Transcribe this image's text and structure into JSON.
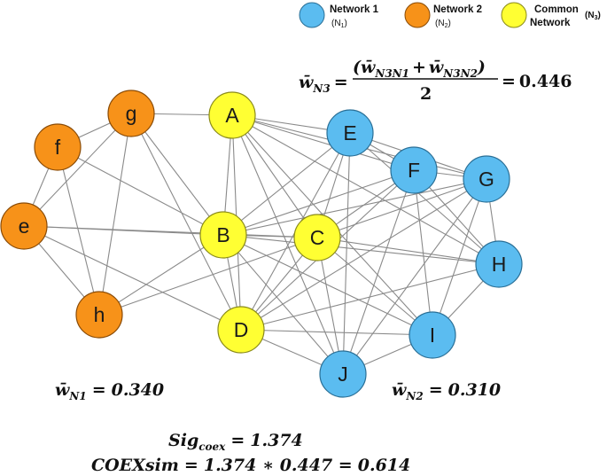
{
  "legend": [
    {
      "label": "Network 1",
      "sub": "(N",
      "sub_index": "1",
      "sub_close": ")",
      "color": "#5bbcf0"
    },
    {
      "label": "Network 2",
      "sub": "(N",
      "sub_index": "2",
      "sub_close": ")",
      "color": "#f79219"
    },
    {
      "label": "Common",
      "label2": "Network",
      "sub": "(N",
      "sub_index": "3",
      "sub_close": ")",
      "color": "#ffff33"
    }
  ],
  "nodes": [
    {
      "id": "A",
      "group": "common"
    },
    {
      "id": "B",
      "group": "common"
    },
    {
      "id": "C",
      "group": "common"
    },
    {
      "id": "D",
      "group": "common"
    },
    {
      "id": "E",
      "group": "n1"
    },
    {
      "id": "F",
      "group": "n1"
    },
    {
      "id": "G",
      "group": "n1"
    },
    {
      "id": "H",
      "group": "n1"
    },
    {
      "id": "I",
      "group": "n1"
    },
    {
      "id": "J",
      "group": "n1"
    },
    {
      "id": "e",
      "group": "n2"
    },
    {
      "id": "f",
      "group": "n2"
    },
    {
      "id": "g",
      "group": "n2"
    },
    {
      "id": "h",
      "group": "n2"
    }
  ],
  "edges": [
    [
      "g",
      "f"
    ],
    [
      "f",
      "e"
    ],
    [
      "e",
      "h"
    ],
    [
      "g",
      "h"
    ],
    [
      "f",
      "h"
    ],
    [
      "g",
      "e"
    ],
    [
      "g",
      "A"
    ],
    [
      "g",
      "B"
    ],
    [
      "g",
      "D"
    ],
    [
      "f",
      "B"
    ],
    [
      "e",
      "B"
    ],
    [
      "e",
      "C"
    ],
    [
      "e",
      "D"
    ],
    [
      "h",
      "C"
    ],
    [
      "h",
      "B"
    ],
    [
      "A",
      "B"
    ],
    [
      "A",
      "D"
    ],
    [
      "A",
      "E"
    ],
    [
      "A",
      "F"
    ],
    [
      "A",
      "G"
    ],
    [
      "A",
      "C"
    ],
    [
      "A",
      "J"
    ],
    [
      "A",
      "H"
    ],
    [
      "A",
      "I"
    ],
    [
      "B",
      "C"
    ],
    [
      "B",
      "D"
    ],
    [
      "B",
      "E"
    ],
    [
      "B",
      "F"
    ],
    [
      "B",
      "G"
    ],
    [
      "B",
      "H"
    ],
    [
      "B",
      "I"
    ],
    [
      "B",
      "J"
    ],
    [
      "C",
      "D"
    ],
    [
      "C",
      "E"
    ],
    [
      "C",
      "F"
    ],
    [
      "C",
      "G"
    ],
    [
      "C",
      "H"
    ],
    [
      "C",
      "I"
    ],
    [
      "C",
      "J"
    ],
    [
      "D",
      "E"
    ],
    [
      "D",
      "F"
    ],
    [
      "D",
      "G"
    ],
    [
      "D",
      "H"
    ],
    [
      "D",
      "I"
    ],
    [
      "D",
      "J"
    ],
    [
      "E",
      "F"
    ],
    [
      "E",
      "G"
    ],
    [
      "E",
      "H"
    ],
    [
      "F",
      "G"
    ],
    [
      "F",
      "H"
    ],
    [
      "F",
      "I"
    ],
    [
      "G",
      "H"
    ],
    [
      "G",
      "I"
    ],
    [
      "G",
      "J"
    ],
    [
      "H",
      "I"
    ],
    [
      "I",
      "J"
    ],
    [
      "F",
      "J"
    ],
    [
      "E",
      "J"
    ]
  ],
  "formulas": {
    "wN3": {
      "lhs": "w̄",
      "lhs_sub": "N3",
      "eq": "=",
      "num_open": "(",
      "num_a": "w̄",
      "num_a_sub": "N3N1",
      "plus": "+",
      "num_b": "w̄",
      "num_b_sub": "N3N2",
      "num_close": ")",
      "den": "2",
      "eq2": "=",
      "value": "0.446"
    },
    "wN1": {
      "lhs": "w̄",
      "lhs_sub": "N1",
      "eq": "=",
      "value": "0.340"
    },
    "wN2": {
      "lhs": "w̄",
      "lhs_sub": "N2",
      "eq": "=",
      "value": "0.310"
    },
    "sig": {
      "lhs": "Sig",
      "lhs_sub": "coex",
      "eq": "=",
      "value": "1.374"
    },
    "coex": {
      "lhs": "COEXsim",
      "eq": "=",
      "expr": "1.374 ∗ 0.447 =",
      "value": "0.614"
    }
  }
}
